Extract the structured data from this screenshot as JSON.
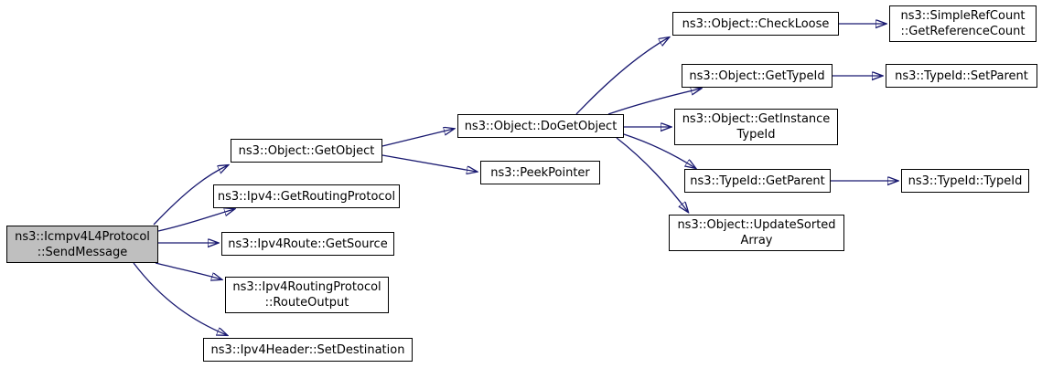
{
  "diagram": {
    "type": "doxygen-call-graph",
    "colors": {
      "background": "#ffffff",
      "edge": "#191970",
      "node_border": "#000000",
      "node_fill": "#ffffff",
      "highlight_fill": "#bfbfbf"
    },
    "nodes": [
      {
        "id": "sendmessage",
        "label": "ns3::Icmpv4L4Protocol\n::SendMessage",
        "highlighted": true
      },
      {
        "id": "getobject",
        "label": "ns3::Object::GetObject"
      },
      {
        "id": "getroutingprotocol",
        "label": "ns3::Ipv4::GetRoutingProtocol"
      },
      {
        "id": "getsource",
        "label": "ns3::Ipv4Route::GetSource"
      },
      {
        "id": "routeoutput",
        "label": "ns3::Ipv4RoutingProtocol\n::RouteOutput"
      },
      {
        "id": "setdestination",
        "label": "ns3::Ipv4Header::SetDestination"
      },
      {
        "id": "dogetobject",
        "label": "ns3::Object::DoGetObject"
      },
      {
        "id": "peekpointer",
        "label": "ns3::PeekPointer"
      },
      {
        "id": "checkloose",
        "label": "ns3::Object::CheckLoose"
      },
      {
        "id": "getreferencecount",
        "label": "ns3::SimpleRefCount\n::GetReferenceCount"
      },
      {
        "id": "gettypeid",
        "label": "ns3::Object::GetTypeId"
      },
      {
        "id": "setparent",
        "label": "ns3::TypeId::SetParent"
      },
      {
        "id": "getinstancetypeid",
        "label": "ns3::Object::GetInstance\nTypeId"
      },
      {
        "id": "typeid-getparent",
        "label": "ns3::TypeId::GetParent"
      },
      {
        "id": "typeid-typeid",
        "label": "ns3::TypeId::TypeId"
      },
      {
        "id": "updatesortedarray",
        "label": "ns3::Object::UpdateSorted\nArray"
      }
    ],
    "edges": [
      {
        "from": "sendmessage",
        "to": "getobject"
      },
      {
        "from": "sendmessage",
        "to": "getroutingprotocol"
      },
      {
        "from": "sendmessage",
        "to": "getsource"
      },
      {
        "from": "sendmessage",
        "to": "routeoutput"
      },
      {
        "from": "sendmessage",
        "to": "setdestination"
      },
      {
        "from": "getobject",
        "to": "dogetobject"
      },
      {
        "from": "getobject",
        "to": "peekpointer"
      },
      {
        "from": "dogetobject",
        "to": "checkloose"
      },
      {
        "from": "dogetobject",
        "to": "gettypeid"
      },
      {
        "from": "dogetobject",
        "to": "getinstancetypeid"
      },
      {
        "from": "dogetobject",
        "to": "typeid-getparent"
      },
      {
        "from": "dogetobject",
        "to": "updatesortedarray"
      },
      {
        "from": "checkloose",
        "to": "getreferencecount"
      },
      {
        "from": "gettypeid",
        "to": "setparent"
      },
      {
        "from": "typeid-getparent",
        "to": "typeid-typeid"
      }
    ]
  }
}
